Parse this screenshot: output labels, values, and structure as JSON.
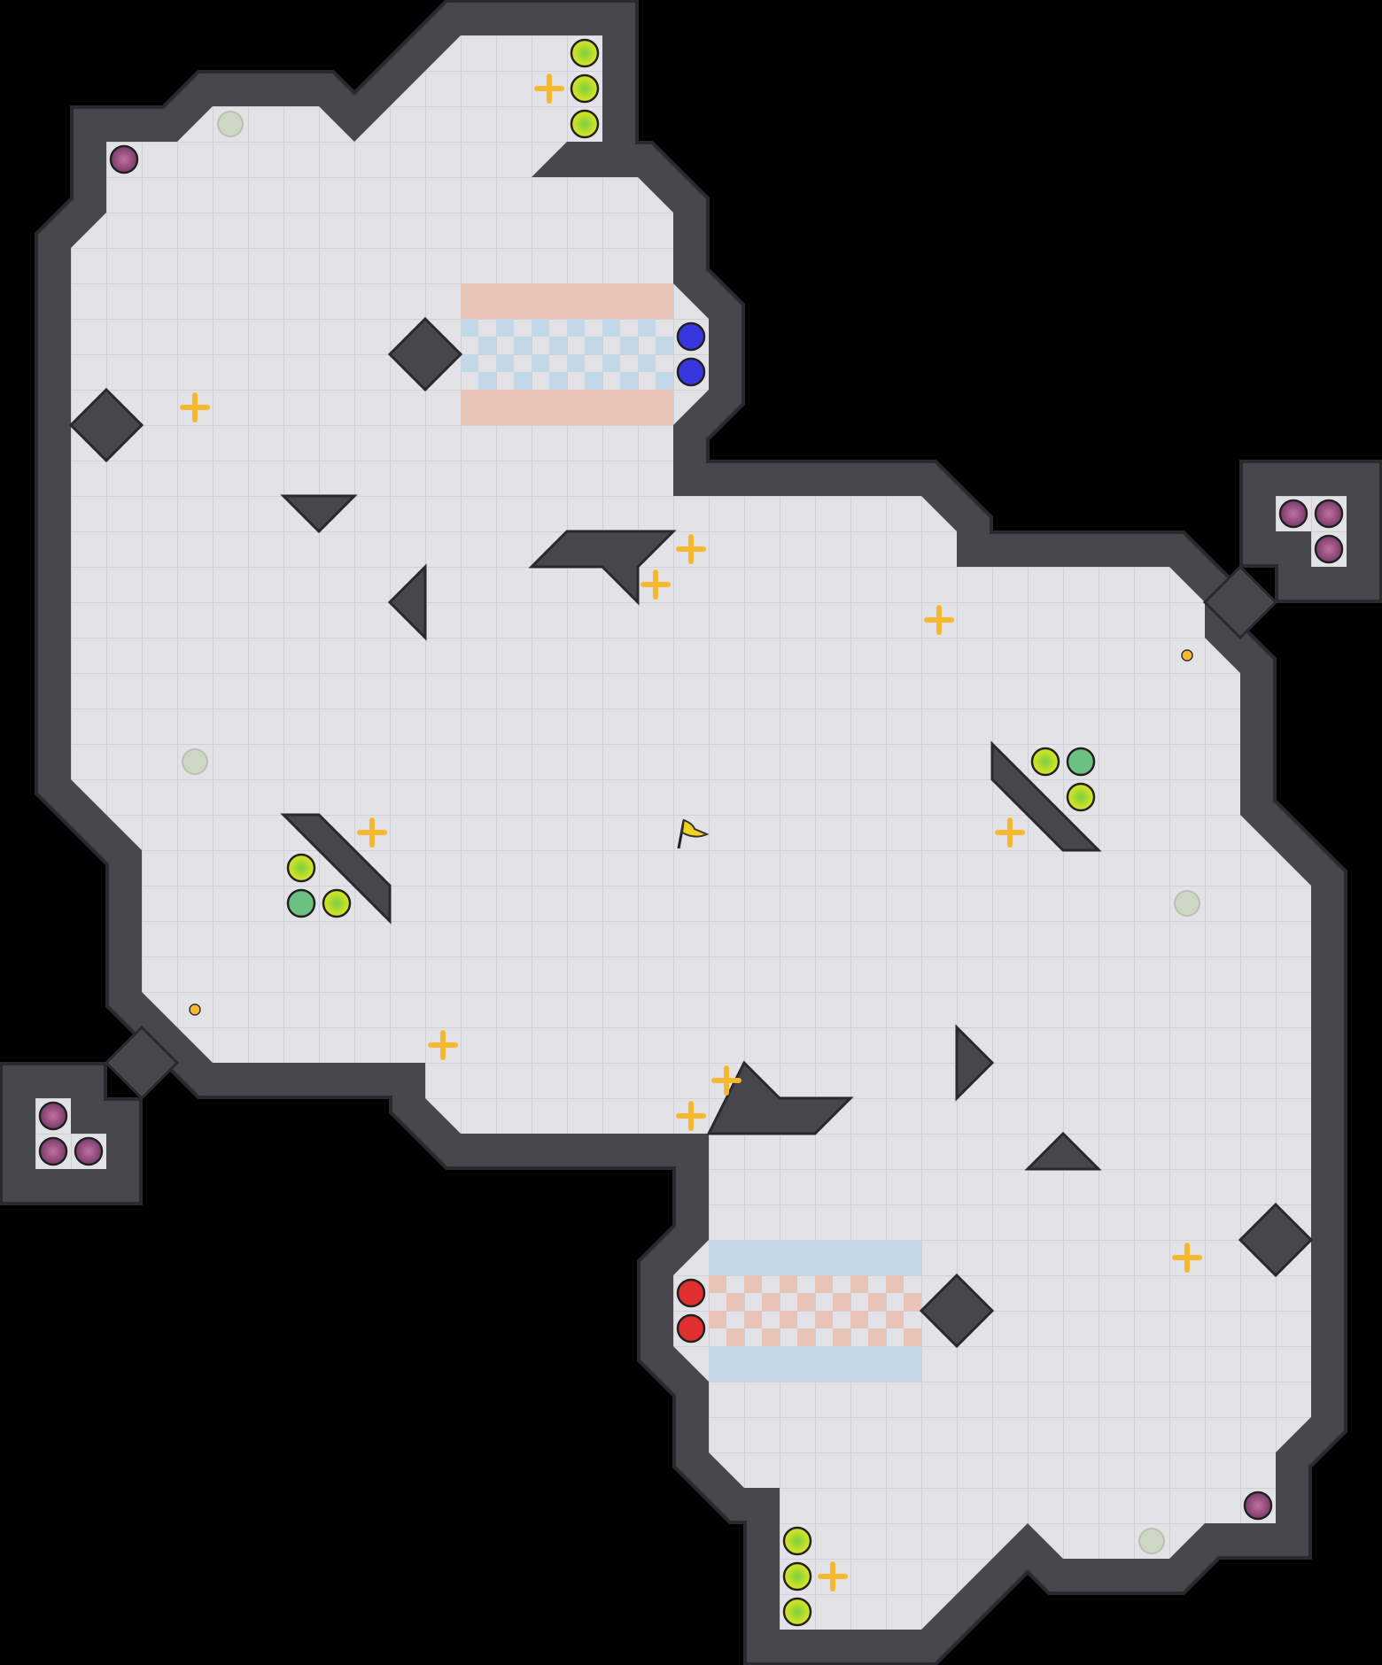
{
  "map": {
    "colors": {
      "background": "#000000",
      "floor": "#e3e3e7",
      "grid_line": "#cfcfd4",
      "wall": "#46464c",
      "wall_edge": "#2a2a2e",
      "red_gate": "#e8c4b8",
      "blue_gate": "#c4d8e8",
      "red_ball": "#e03030",
      "blue_ball": "#3838e0",
      "yellow_ball": "#d8e020",
      "bomb": "#8a4a7a",
      "boost": "#f5b830",
      "spawn": "#cfd8c4",
      "flag": "#f0d020"
    },
    "legend": [
      "yellow-ball",
      "bomb",
      "boost",
      "spawn-marker",
      "red-ball",
      "blue-ball",
      "neutral-flag",
      "gate",
      "wall-block"
    ]
  }
}
